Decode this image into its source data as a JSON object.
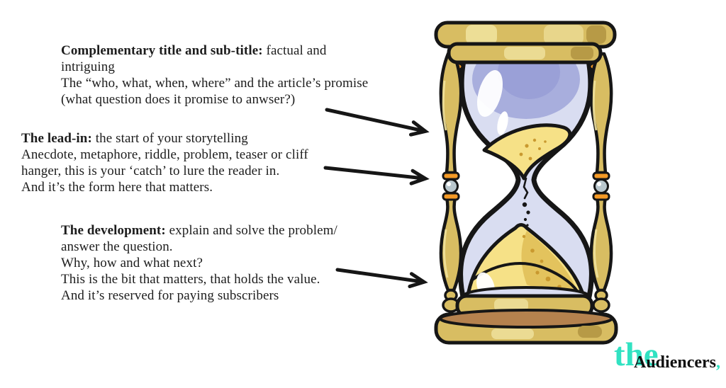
{
  "annotations": [
    {
      "bold": "Complementary title and sub-title:",
      "text": " factual and\nintriguing\nThe “who, what, when, where” and the article’s promise\n(what question does it promise to anwser?)"
    },
    {
      "bold": "The lead-in:",
      "text": " the start of your storytelling\nAnecdote, metaphore, riddle, problem, teaser or cliff\nhanger, this is your ‘catch’ to lure the reader in.\nAnd it’s the form here that matters."
    },
    {
      "bold": "The development:",
      "text": " explain and solve the problem/\nanswer the question.\nWhy, how and what next?\nThis is the bit that matters, that holds the value.\nAnd it’s reserved for paying subscribers"
    }
  ],
  "logo": {
    "the": "the",
    "audiencers": "Audiencers",
    "comma": ","
  },
  "icons": {
    "hourglass": "hourglass-illustration",
    "arrows": "arrow-pointer-right"
  },
  "colors": {
    "accent_teal": "#31e2c2",
    "ink": "#161616",
    "gold": "#d8bd62",
    "gold_light": "#efe19c",
    "gold_dark": "#b79a46",
    "glass": "#d9ddf1",
    "glass_shade": "#a8aedd",
    "sand": "#f6e187",
    "sand_dark": "#c9992f",
    "orange_ring": "#f49a26",
    "base_brown": "#b5824e"
  }
}
